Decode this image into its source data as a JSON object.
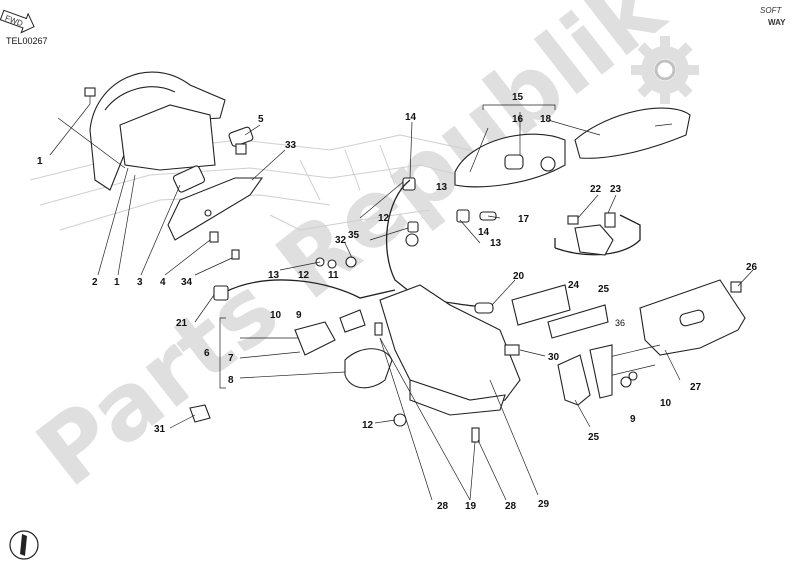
{
  "drawing_code": "TEL00267",
  "fwd_label": "FWD",
  "brand_logo": {
    "line1": "SOFT",
    "line2": "WAY"
  },
  "watermark_text": "Parts Republik",
  "callouts": [
    "1",
    "1",
    "2",
    "1",
    "3",
    "4",
    "34",
    "5",
    "33",
    "6",
    "7",
    "8",
    "9",
    "10",
    "11",
    "12",
    "12",
    "12",
    "13",
    "13",
    "13",
    "14",
    "14",
    "15",
    "16",
    "17",
    "18",
    "19",
    "20",
    "21",
    "22",
    "23",
    "24",
    "25",
    "25",
    "26",
    "27",
    "28",
    "28",
    "29",
    "30",
    "31",
    "32",
    "35",
    "36",
    "9",
    "10"
  ]
}
